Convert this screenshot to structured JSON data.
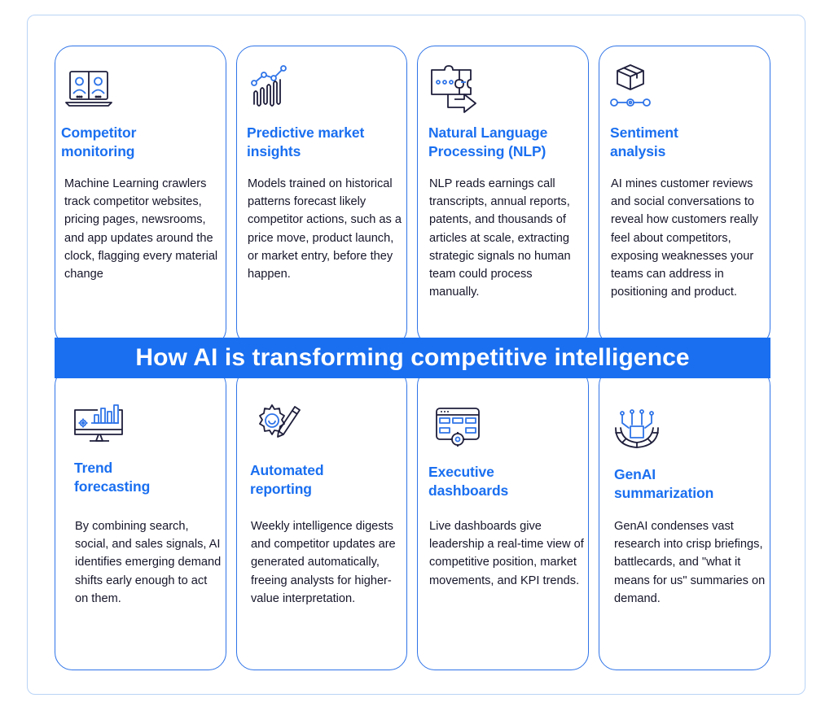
{
  "banner": {
    "title": "How AI is transforming competitive intelligence"
  },
  "cards": [
    {
      "icon": "video-call-laptop-icon",
      "title": "Competitor monitoring",
      "title_lines": [
        "Competitor",
        "monitoring"
      ],
      "description": "Machine Learning crawlers track competitor websites, pricing pages, newsrooms, and app updates around the clock, flagging every material change"
    },
    {
      "icon": "trend-graph-icon",
      "title": "Predictive market insights",
      "title_lines": [
        "Predictive market",
        "insights"
      ],
      "description": "Models trained on historical patterns forecast likely competitor actions, such as a price move, product launch, or market entry, before they happen."
    },
    {
      "icon": "puzzle-chat-icon",
      "title": "Natural Language Processing (NLP)",
      "title_lines": [
        "Natural Language",
        "Processing (NLP)"
      ],
      "description": "NLP reads earnings call transcripts, annual reports, patents, and thousands of articles at scale, extracting strategic signals no human team could process manually."
    },
    {
      "icon": "package-flow-icon",
      "title": "Sentiment analysis",
      "title_lines": [
        "Sentiment",
        "analysis"
      ],
      "description": "AI mines customer reviews and social conversations to reveal how customers really feel about competitors, exposing weaknesses your teams can address in positioning and product."
    },
    {
      "icon": "monitor-chart-icon",
      "title": "Trend forecasting",
      "title_lines": [
        "Trend",
        "forecasting"
      ],
      "description": "By combining search, social, and sales signals, AI identifies emerging demand shifts early enough to act on them."
    },
    {
      "icon": "gear-pen-icon",
      "title": "Automated reporting",
      "title_lines": [
        "Automated",
        "reporting"
      ],
      "description": "Weekly intelligence digests and competitor updates are generated automatically, freeing analysts for higher-value interpretation."
    },
    {
      "icon": "dashboard-gear-icon",
      "title": "Executive dashboards",
      "title_lines": [
        "Executive",
        "dashboards"
      ],
      "description": "Live dashboards give leadership a real-time view of competitive position, market movements, and KPI trends."
    },
    {
      "icon": "ai-circuit-icon",
      "title": "GenAI summarization",
      "title_lines": [
        "GenAI",
        "summarization"
      ],
      "description": "GenAI condenses vast research into crisp briefings, battlecards, and \"what it means for us\" summaries on demand."
    }
  ]
}
